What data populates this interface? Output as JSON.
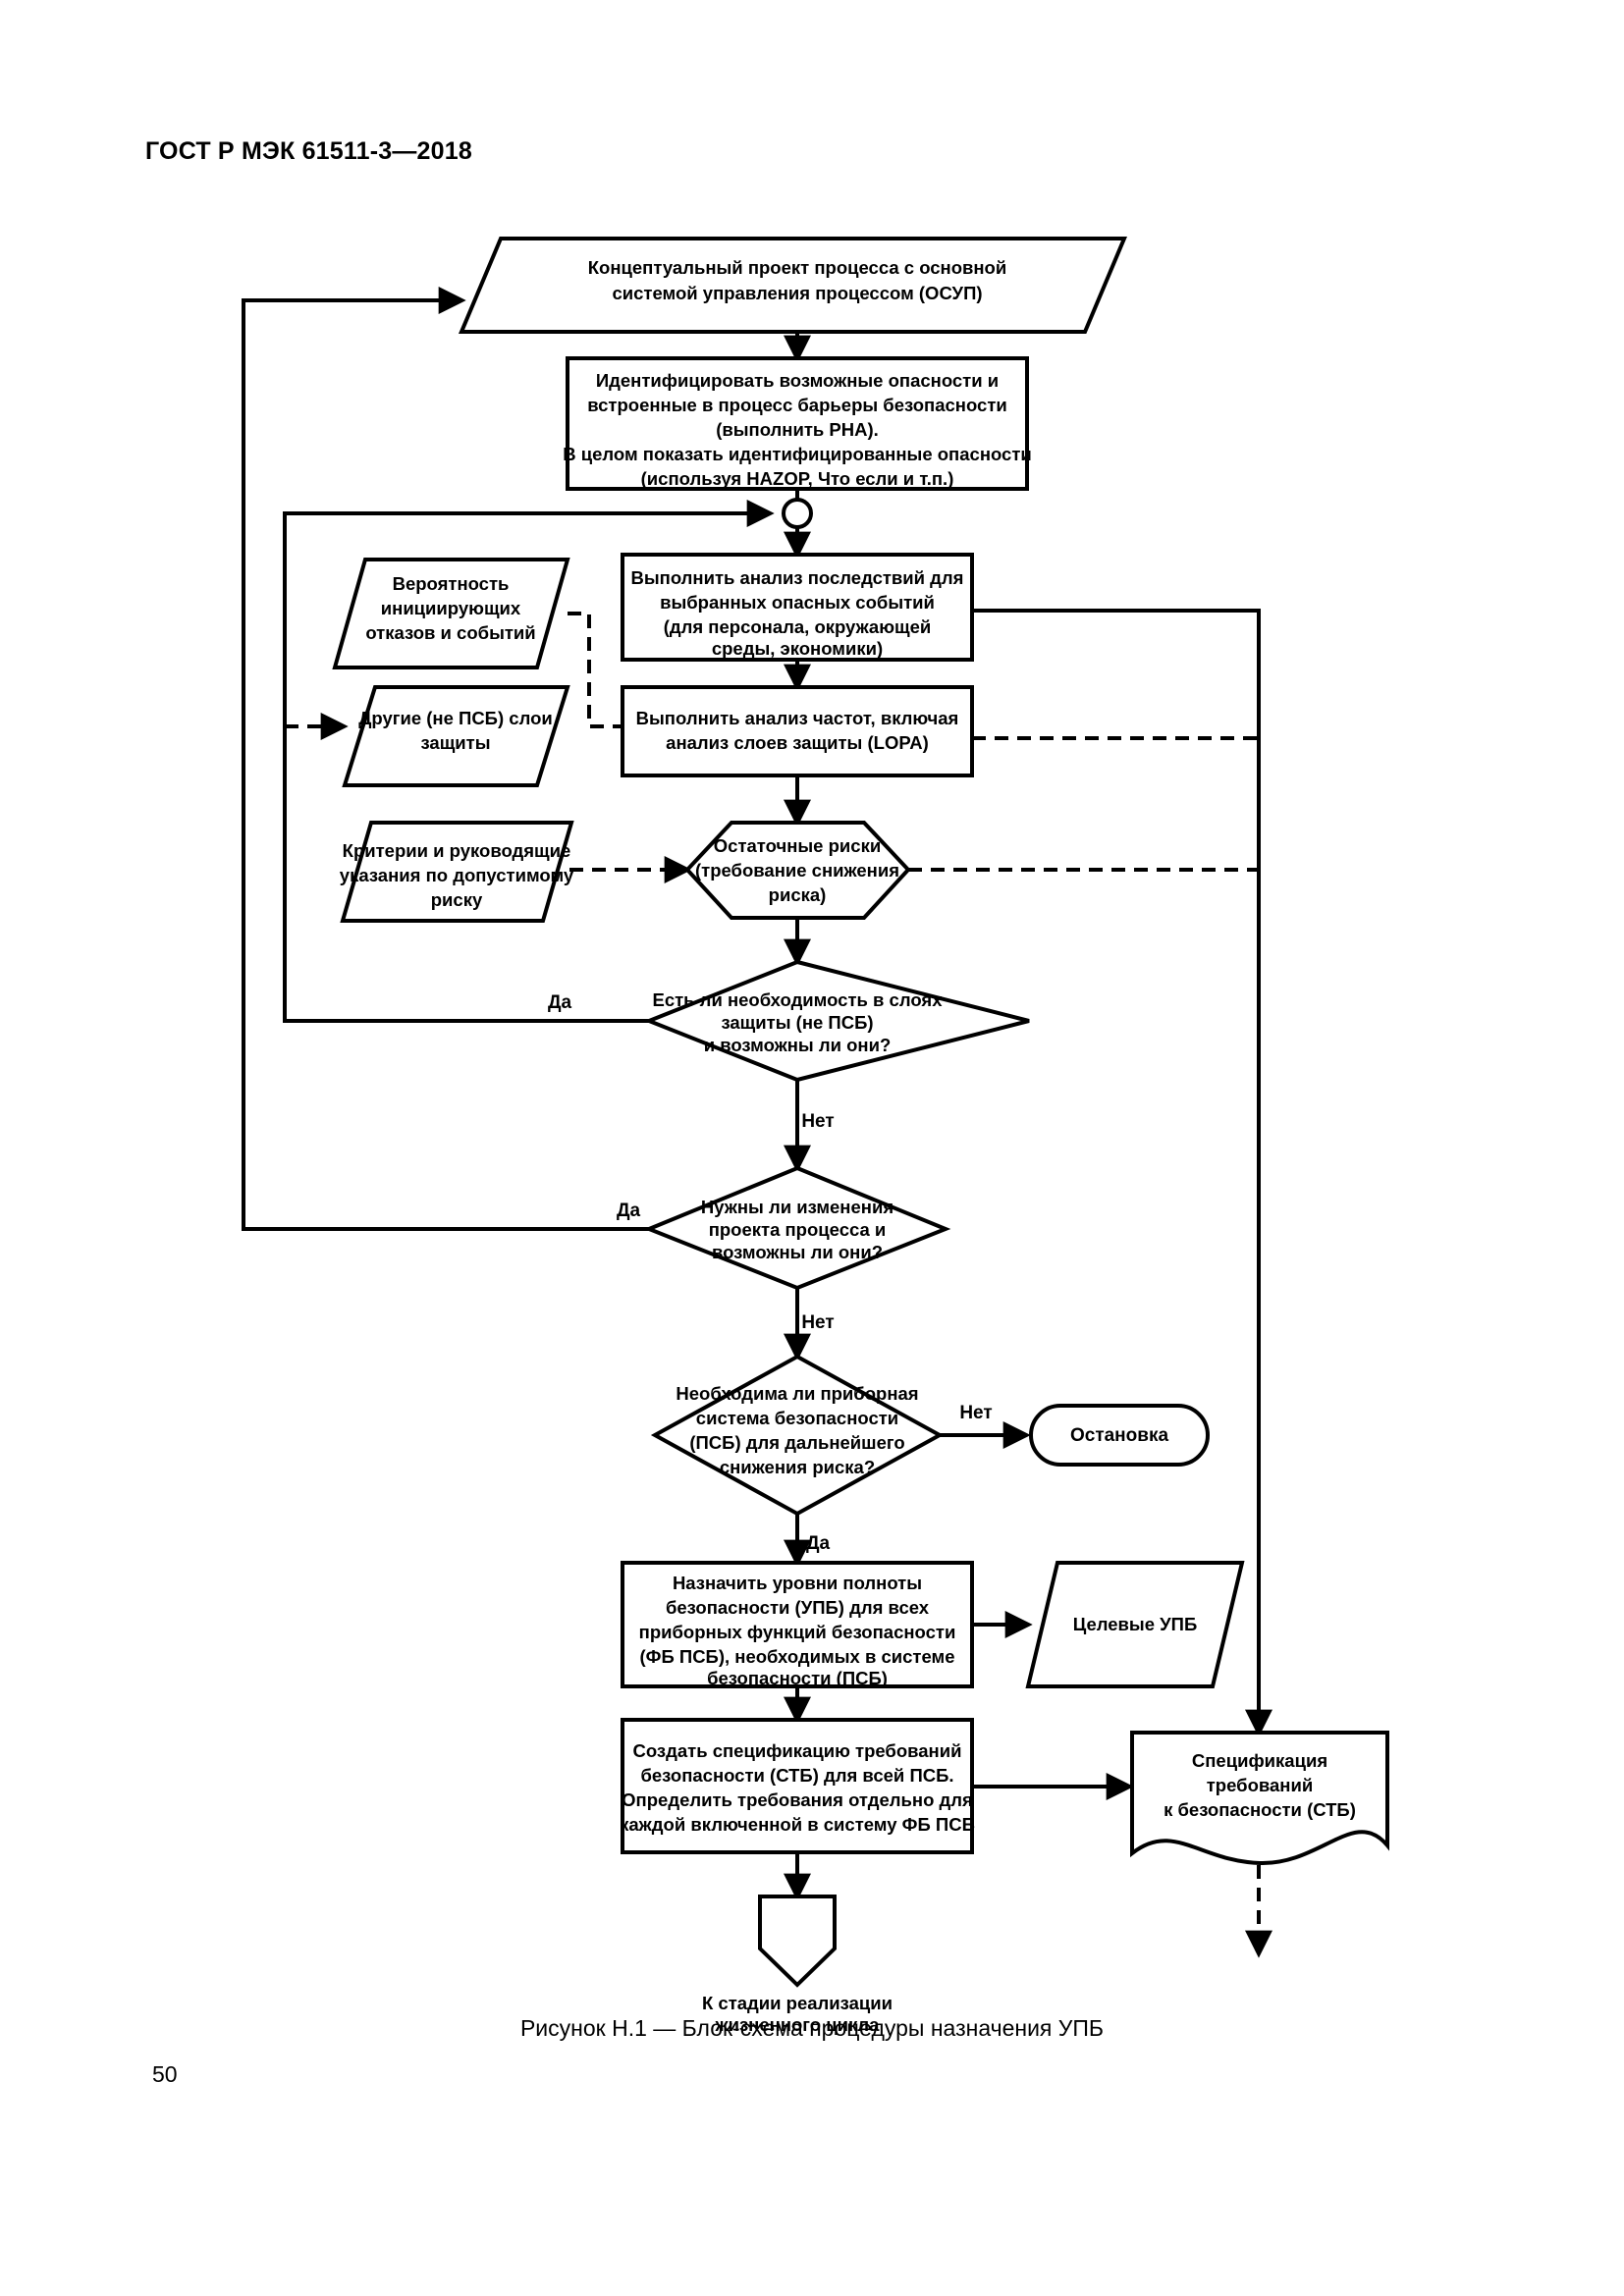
{
  "document": {
    "header": "ГОСТ Р МЭК 61511-3—2018",
    "page_number": "50",
    "figure_caption": "Рисунок Н.1 — Блок-схема процедуры назначения УПБ"
  },
  "chart_data": {
    "type": "diagram",
    "title": "Рисунок Н.1 — Блок-схема процедуры назначения УПБ",
    "orientation": "top-to-bottom",
    "nodes": [
      {
        "id": "n1",
        "shape": "parallelogram",
        "lines": [
          "Концептуальный проект процесса с основной",
          "системой управления процессом (ОСУП)"
        ]
      },
      {
        "id": "n2",
        "shape": "rect",
        "lines": [
          "Идентифицировать возможные опасности и",
          "встроенные в процесс барьеры безопасности",
          "(выполнить PHA).",
          "В целом показать идентифицированные опасности",
          "(используя HAZOP, Что если и т.п.)"
        ]
      },
      {
        "id": "n3",
        "shape": "circle-junction",
        "lines": []
      },
      {
        "id": "n4",
        "shape": "parallelogram",
        "lines": [
          "Вероятность",
          "инициирующих",
          "отказов и событий"
        ]
      },
      {
        "id": "n5",
        "shape": "rect",
        "lines": [
          "Выполнить анализ последствий для",
          "выбранных опасных событий",
          "(для персонала, окружающей",
          "среды, экономики)"
        ]
      },
      {
        "id": "n6",
        "shape": "parallelogram",
        "lines": [
          "Другие (не ПСБ) слои",
          "защиты"
        ]
      },
      {
        "id": "n7",
        "shape": "rect",
        "lines": [
          "Выполнить анализ частот, включая",
          "анализ слоев защиты (LOPA)"
        ]
      },
      {
        "id": "n8",
        "shape": "parallelogram",
        "lines": [
          "Критерии и руководящие",
          "указания по допустимому",
          "риску"
        ]
      },
      {
        "id": "n9",
        "shape": "hexagon",
        "lines": [
          "Остаточные риски",
          "(требование снижения",
          "риска)"
        ]
      },
      {
        "id": "n10",
        "shape": "diamond",
        "lines": [
          "Есть ли необходимость в слоях",
          "защиты (не ПСБ)",
          "и возможны ли они?"
        ]
      },
      {
        "id": "n11",
        "shape": "diamond",
        "lines": [
          "Нужны ли изменения",
          "проекта процесса и",
          "возможны ли они?"
        ]
      },
      {
        "id": "n12",
        "shape": "diamond",
        "lines": [
          "Необходима ли приборная",
          "система безопасности",
          "(ПСБ) для дальнейшего",
          "снижения риска?"
        ]
      },
      {
        "id": "n13",
        "shape": "stadium",
        "lines": [
          "Остановка"
        ]
      },
      {
        "id": "n14",
        "shape": "rect",
        "lines": [
          "Назначить уровни полноты",
          "безопасности (УПБ) для всех",
          "приборных функций безопасности",
          "(ФБ ПСБ), необходимых в системе",
          "безопасности (ПСБ)"
        ]
      },
      {
        "id": "n15",
        "shape": "parallelogram",
        "lines": [
          "Целевые УПБ"
        ]
      },
      {
        "id": "n16",
        "shape": "rect",
        "lines": [
          "Создать спецификацию требований",
          "безопасности (СТБ) для всей ПСБ.",
          "Определить требования отдельно для",
          "каждой включенной в систему ФБ ПСБ"
        ]
      },
      {
        "id": "n17",
        "shape": "document",
        "lines": [
          "Спецификация",
          "требований",
          "к безопасности (СТБ)"
        ]
      },
      {
        "id": "n18",
        "shape": "pentagon-down",
        "lines": []
      },
      {
        "id": "n19",
        "shape": "caption-text",
        "lines": [
          "К стадии реализации",
          "жизненного цикла"
        ]
      }
    ],
    "edge_labels": [
      {
        "id": "e1",
        "text": "Да",
        "from": "n10",
        "side": "left"
      },
      {
        "id": "e2",
        "text": "Нет",
        "from": "n10",
        "side": "bottom"
      },
      {
        "id": "e3",
        "text": "Да",
        "from": "n11",
        "side": "left"
      },
      {
        "id": "e4",
        "text": "Нет",
        "from": "n11",
        "side": "bottom"
      },
      {
        "id": "e5",
        "text": "Нет",
        "from": "n12",
        "side": "right"
      },
      {
        "id": "e6",
        "text": "Да",
        "from": "n12",
        "side": "bottom"
      }
    ],
    "colors": {
      "line": "#000000",
      "fill": "#ffffff",
      "text": "#000000"
    }
  }
}
